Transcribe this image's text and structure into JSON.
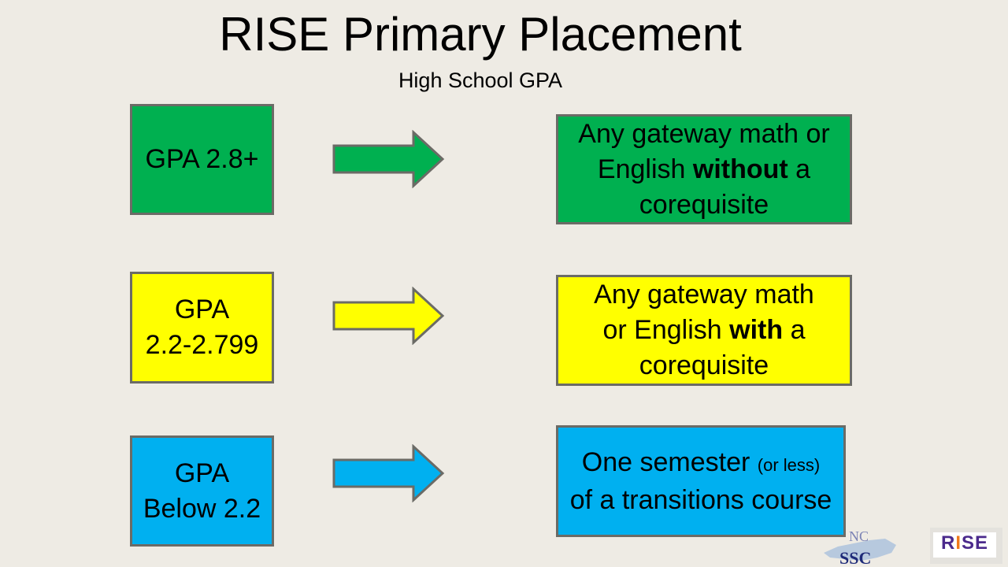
{
  "title": "RISE Primary Placement",
  "subtitle": "High School GPA",
  "colors": {
    "background": "#eeebe4",
    "green": "#00b050",
    "yellow": "#ffff00",
    "blue": "#00b0f0",
    "border": "#6b6b66"
  },
  "rows": [
    {
      "gpa_line1": "GPA 2.8+",
      "gpa_line2": "",
      "color": "#00b050",
      "result": {
        "before": "Any gateway math or English ",
        "bold": "without",
        "small": "",
        "after": " a corequisite"
      }
    },
    {
      "gpa_line1": "GPA",
      "gpa_line2": "2.2-2.799",
      "color": "#ffff00",
      "result": {
        "before": "Any gateway math or English ",
        "bold": "with",
        "small": "",
        "after": " a corequisite"
      }
    },
    {
      "gpa_line1": "GPA",
      "gpa_line2": "Below 2.2",
      "color": "#00b0f0",
      "result": {
        "before": "One semester ",
        "bold": "",
        "small": "(or less)",
        "after": " of a transitions course"
      }
    }
  ],
  "logos": {
    "ncssc": "NC SSC",
    "rise": "RISE"
  }
}
